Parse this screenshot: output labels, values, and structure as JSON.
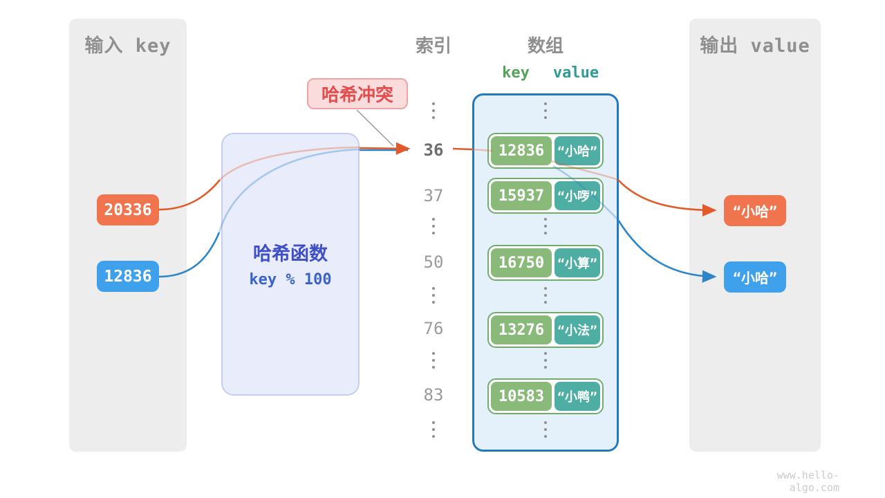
{
  "input_panel": {
    "title": "输入 key",
    "keys": [
      {
        "value": "20336",
        "color": "#F0744E"
      },
      {
        "value": "12836",
        "color": "#3FA0EB"
      }
    ]
  },
  "hash_box": {
    "title": "哈希函数",
    "formula": "key % 100"
  },
  "collision_label": {
    "text": "哈希冲突"
  },
  "index_column": {
    "title": "索引",
    "items": [
      "⋮",
      "36",
      "37",
      "⋮",
      "50",
      "⋮",
      "76",
      "⋮",
      "83",
      "⋮"
    ]
  },
  "array": {
    "title": "数组",
    "key_header": "key",
    "value_header": "value",
    "pairs": [
      {
        "key": "12836",
        "value": "“小哈”"
      },
      {
        "key": "15937",
        "value": "“小啰”"
      },
      {
        "key": "16750",
        "value": "“小算”"
      },
      {
        "key": "13276",
        "value": "“小法”"
      },
      {
        "key": "10583",
        "value": "“小鸭”"
      }
    ]
  },
  "output_panel": {
    "title": "输出 value",
    "values": [
      {
        "text": "“小哈”",
        "color": "#F0744E"
      },
      {
        "text": "“小哈”",
        "color": "#3FA0EB"
      }
    ]
  },
  "watermark": "www.hello-algo.com",
  "colors": {
    "panel_bg": "#EDEDED",
    "orange": "#F0744E",
    "blue": "#3FA0EB",
    "orange_line": "#E25A28",
    "blue_line": "#2E86C8",
    "hash_fill": "#E9ECFA",
    "hash_border": "#C5CDF2",
    "hash_text": "#3F4FC6",
    "collision_bg": "#FADCDC",
    "collision_border": "#F1A3A3",
    "collision_text": "#E34D4D",
    "array_bg": "#E4F1FB",
    "array_border": "#2379BE",
    "pair_border": "#70AD6C",
    "key_box": "#8ABA7A",
    "value_box": "#4EAEA3",
    "key_header_text": "#56A25A",
    "value_header_text": "#2F9B92",
    "gray_text": "#8F8F8F"
  }
}
